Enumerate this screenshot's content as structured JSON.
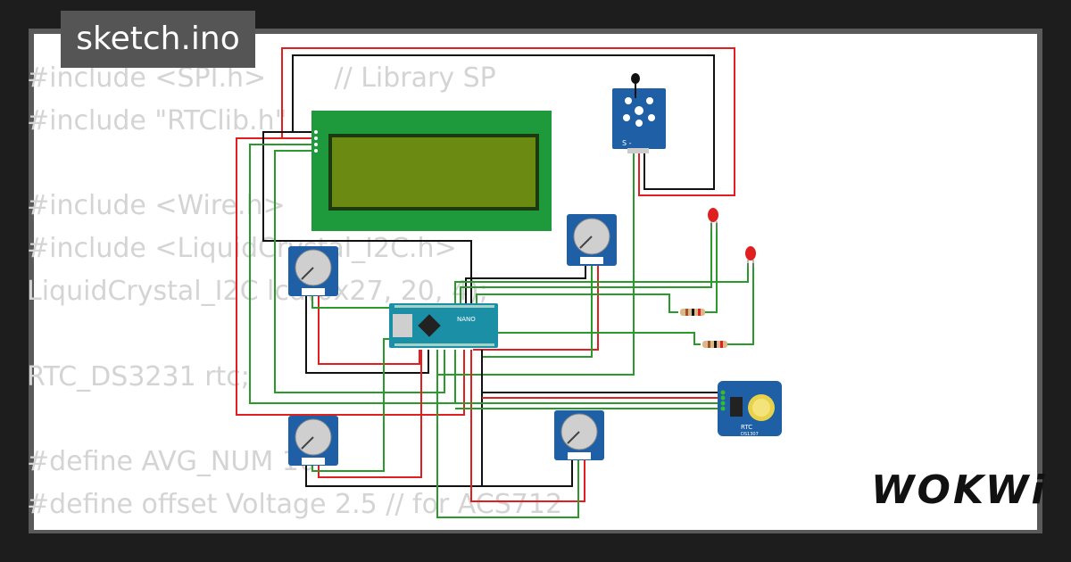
{
  "sketch_tab": {
    "filename": "sketch.ino"
  },
  "code_lines": [
    "#include <SPI.h>        // Library SP",
    "#include \"RTClib.h\"",
    "",
    "#include <Wire.h>",
    "#include <LiquidCrystal_I2C.h>",
    "LiquidCrystal_I2C lcd(0x27, 20, 4);",
    "",
    "RTC_DS3231 rtc;",
    "",
    "#define AVG_NUM 10",
    "#define offset Voltage 2.5 // for ACS712"
  ],
  "components": {
    "arduino_label": "NANO",
    "rtc_label": "RTC",
    "rtc_chip": "DS1307",
    "temp_sensor_pins": "S  -"
  },
  "brand": {
    "name": "WOKWi"
  },
  "colors": {
    "page_bg": "#1d1d1d",
    "wire_red": "#e02020",
    "wire_black": "#111111",
    "wire_green": "#2a9a2a",
    "lcd_green": "#1e9a3c",
    "pcb_blue": "#1e5fa6"
  }
}
